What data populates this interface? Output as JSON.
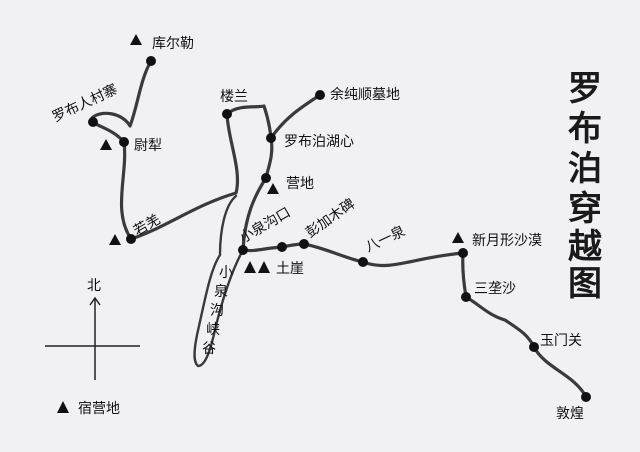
{
  "title": "罗布泊穿越图",
  "title_chars": [
    "罗",
    "布",
    "泊",
    "穿",
    "越",
    "图"
  ],
  "compass": {
    "north_label": "北"
  },
  "legend": {
    "camp_label": "宿营地",
    "camp_icon": "triangle-icon"
  },
  "places": {
    "korla": "库尔勒",
    "lop_village": "罗布人村寨",
    "yuli": "尉犁",
    "ruoqiang": "若羌",
    "loulan": "楼兰",
    "yu_tomb": "余纯顺墓地",
    "lake_center": "罗布泊湖心",
    "camp": "营地",
    "xiaoquan_mouth": "小泉沟口",
    "peng_monument": "彭加木碑",
    "tuya": "土崖",
    "bayi_spring": "八一泉",
    "crescent_desert": "新月形沙漠",
    "sanlongsha": "三垄沙",
    "yumen_pass": "玉门关",
    "dunhuang": "敦煌",
    "canyon_chars": [
      "小",
      "泉",
      "沟",
      "峡",
      "谷"
    ]
  },
  "colors": {
    "route": "#3a3a3a",
    "paper": "#f1f1f3",
    "ink": "#111111"
  }
}
